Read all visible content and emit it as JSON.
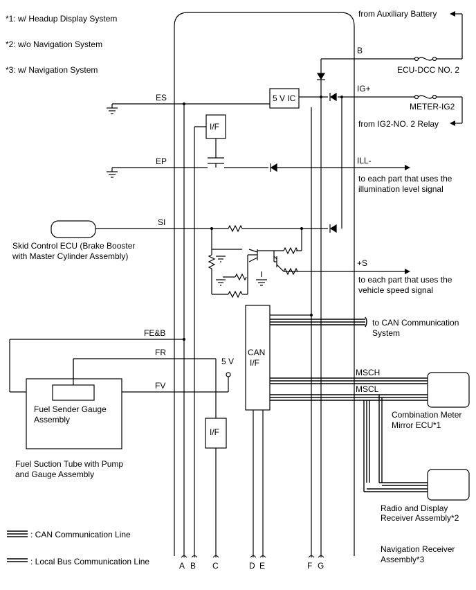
{
  "notes": [
    "*1: w/ Headup Display System",
    "*2: w/o Navigation System",
    "*3: w/ Navigation System"
  ],
  "signals": {
    "es": "ES",
    "ep": "EP",
    "si": "SI",
    "feb": "FE&B",
    "fr": "FR",
    "fv": "FV",
    "five_v": "5 V",
    "b": "B",
    "ig_plus": "IG+",
    "ill_minus": "ILL-",
    "plus_s": "+S",
    "msch": "MSCH",
    "mscl": "MSCL"
  },
  "internal": {
    "five_v_ic": "5 V IC",
    "if_label": "I/F",
    "can_if_1": "CAN",
    "can_if_2": "I/F"
  },
  "external": {
    "aux_battery": "from Auxiliary Battery",
    "ecu_dcc": "ECU-DCC NO. 2",
    "meter_ig2": "METER-IG2",
    "ig2_relay": "from IG2-NO. 2 Relay",
    "illum_1": "to each part that uses the",
    "illum_2": "illumination level signal",
    "speed_1": "to each part that uses the",
    "speed_2": "vehicle speed signal",
    "can_sys_1": "to CAN Communication",
    "can_sys_2": "System",
    "skid_1": "Skid Control ECU (Brake Booster",
    "skid_2": "with Master Cylinder Assembly)",
    "sender_1": "Fuel Sender Gauge",
    "sender_2": "Assembly",
    "suction_1": "Fuel Suction Tube with Pump",
    "suction_2": "and Gauge Assembly",
    "combo_1": "Combination Meter",
    "combo_2": "Mirror ECU*1",
    "radio_1": "Radio and Display",
    "radio_2": "Receiver Assembly*2",
    "nav_1": "Navigation Receiver",
    "nav_2": "Assembly*3"
  },
  "legend": {
    "can_line": ": CAN Communication Line",
    "local_bus": ": Local Bus Communication Line"
  },
  "terminals": [
    "A",
    "B",
    "C",
    "D",
    "E",
    "F",
    "G"
  ]
}
